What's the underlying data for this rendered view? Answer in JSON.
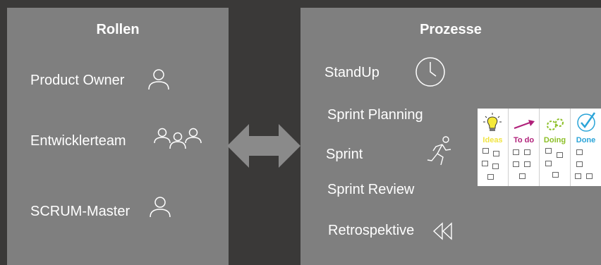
{
  "roles": {
    "title": "Rollen",
    "items": [
      {
        "label": "Product Owner",
        "icon": "person-icon"
      },
      {
        "label": "Entwicklerteam",
        "icon": "team-icon"
      },
      {
        "label": "SCRUM-Master",
        "icon": "person-icon"
      }
    ]
  },
  "processes": {
    "title": "Prozesse",
    "items": [
      {
        "label": "StandUp",
        "icon": "clock-icon"
      },
      {
        "label": "Sprint Planning"
      },
      {
        "label": "Sprint",
        "icon": "runner-icon"
      },
      {
        "label": "Sprint Review"
      },
      {
        "label": "Retrospektive",
        "icon": "rewind-icon"
      }
    ]
  },
  "board": {
    "columns": [
      {
        "label": "Ideas",
        "color": "#f0e442",
        "icon": "lightbulb-icon"
      },
      {
        "label": "To do",
        "color": "#b0207a",
        "icon": "dart-icon"
      },
      {
        "label": "Doing",
        "color": "#8cbf26",
        "icon": "gears-icon"
      },
      {
        "label": "Done",
        "color": "#2aa4d8",
        "icon": "checkmark-icon"
      }
    ]
  },
  "colors": {
    "background": "#3a3938",
    "panel": "#7f7f7f",
    "arrow": "#8a8a8a",
    "text": "#ffffff"
  }
}
